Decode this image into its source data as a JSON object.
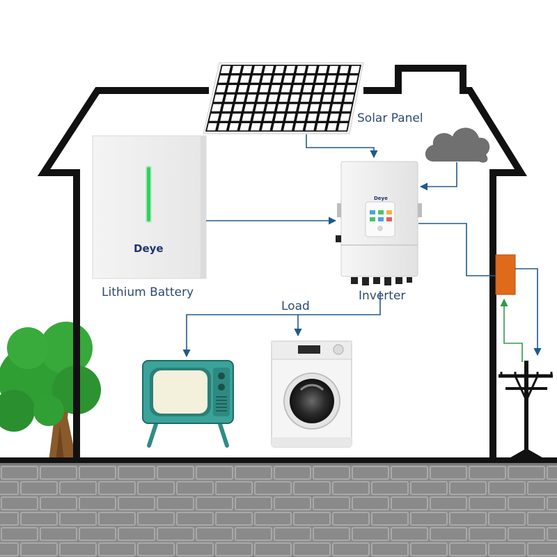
{
  "labels": {
    "solar_panel": "Solar Panel",
    "lithium_battery": "Lithium Battery",
    "inverter": "Inverter",
    "load": "Load"
  },
  "brand": {
    "battery_logo": "Deye",
    "inverter_logo": "Deye"
  },
  "icons": [
    "house-outline",
    "solar-panel-icon",
    "cloud-icon",
    "battery-icon",
    "inverter-icon",
    "meter-icon",
    "utility-pole-icon",
    "tv-icon",
    "washing-machine-icon",
    "tree-icon"
  ],
  "colors": {
    "house_outline": "#111111",
    "flow_arrow": "#1e5a8c",
    "grid_import_arrow": "#2e9b48",
    "meter": "#e06a1c",
    "battery_indicator": "#2bd45a",
    "cloud": "#707070",
    "tv_body": "#3aa39a",
    "tree_leaves": "#2f9e33",
    "ground_brick": "#8a8a8a",
    "label_text": "#2c4a6e"
  }
}
